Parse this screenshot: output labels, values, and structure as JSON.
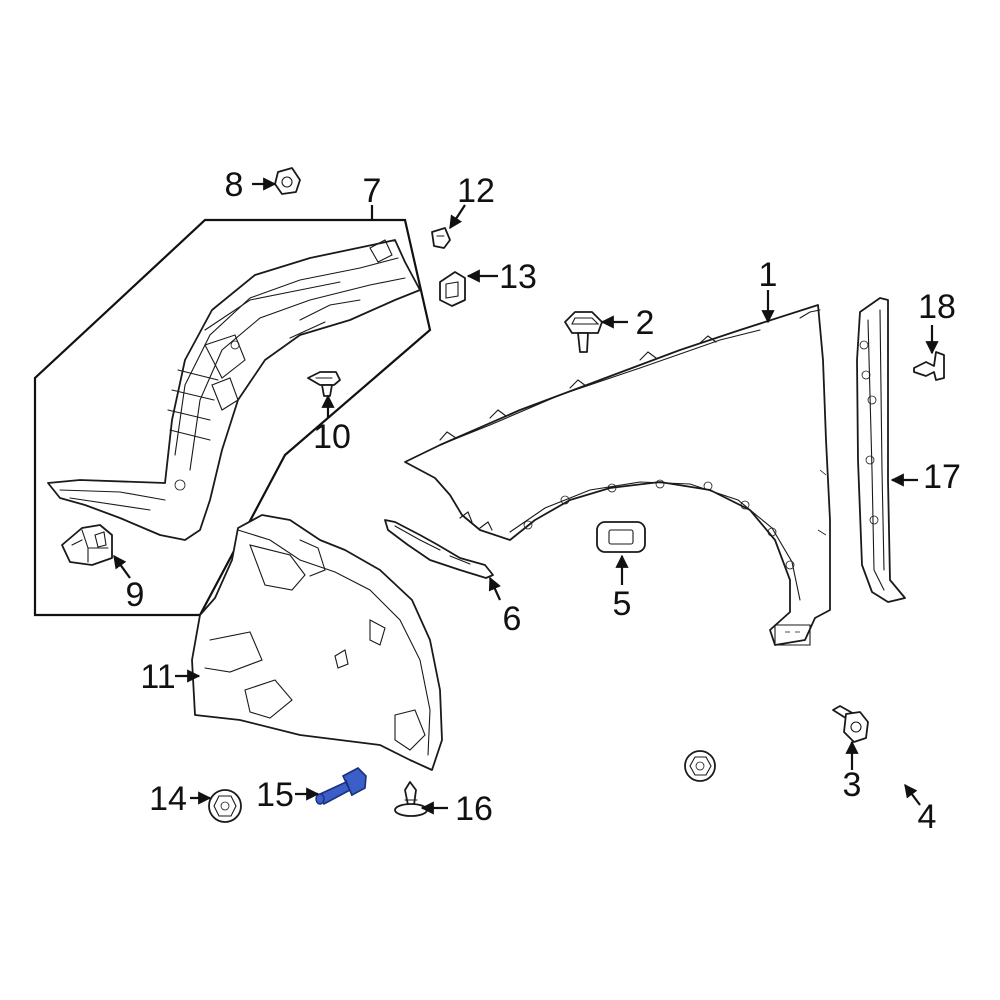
{
  "colors": {
    "line": "#1a1a1a",
    "background": "#ffffff",
    "highlight": "#3b5fc8",
    "highlight_stroke": "#1c2f7a"
  },
  "callouts": [
    {
      "id": "1",
      "label": "1"
    },
    {
      "id": "2",
      "label": "2"
    },
    {
      "id": "3",
      "label": "3"
    },
    {
      "id": "4",
      "label": "4"
    },
    {
      "id": "5",
      "label": "5"
    },
    {
      "id": "6",
      "label": "6"
    },
    {
      "id": "7",
      "label": "7"
    },
    {
      "id": "8",
      "label": "8"
    },
    {
      "id": "9",
      "label": "9"
    },
    {
      "id": "10",
      "label": "10"
    },
    {
      "id": "11",
      "label": "11"
    },
    {
      "id": "12",
      "label": "12"
    },
    {
      "id": "13",
      "label": "13"
    },
    {
      "id": "14",
      "label": "14"
    },
    {
      "id": "15",
      "label": "15"
    },
    {
      "id": "16",
      "label": "16"
    },
    {
      "id": "17",
      "label": "17"
    },
    {
      "id": "18",
      "label": "18"
    }
  ],
  "highlighted_part": "15"
}
